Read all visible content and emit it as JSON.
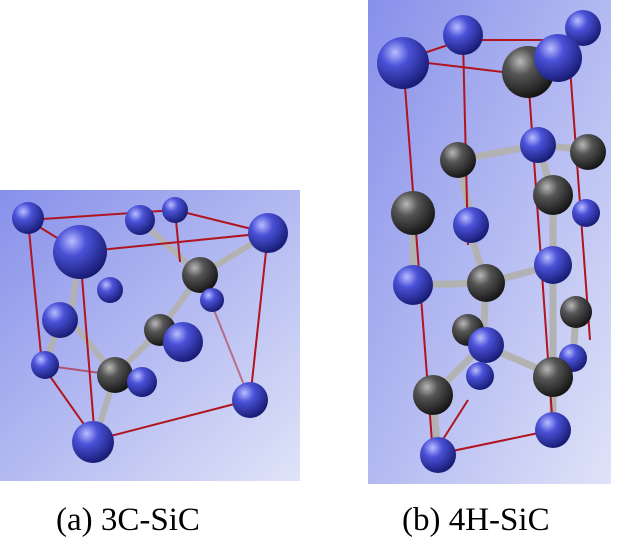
{
  "figure": {
    "panels": [
      {
        "caption": "(a) 3C-SiC",
        "structure": "3C-SiC zinc-blende unit cell (ball-and-stick)",
        "atom_colors": {
          "silicon_like": "#3a3fc4",
          "carbon_like": "#4a4a4a"
        },
        "cell_edge_color": "#b0141e",
        "background_gradient": [
          "#8f98ec",
          "#d7dcf6"
        ]
      },
      {
        "caption": "(b) 4H-SiC",
        "structure": "4H-SiC hexagonal cell (ball-and-stick)",
        "atom_colors": {
          "silicon_like": "#3a3fc4",
          "carbon_like": "#4a4a4a"
        },
        "cell_edge_color": "#b0141e",
        "background_gradient": [
          "#8f98ec",
          "#d7dcf6"
        ]
      }
    ]
  }
}
